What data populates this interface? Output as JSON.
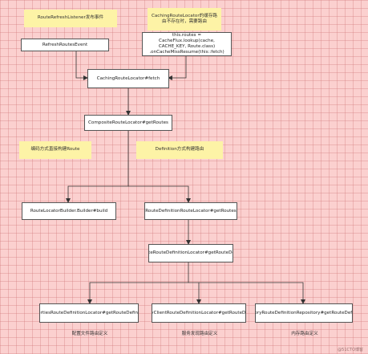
{
  "notes": {
    "route_refresh_listener": "RouteRefreshListener发布事件",
    "caching_miss": "CachingRouteLocator的缓存路由不存在时，需要路由",
    "code_routes": "编码方式直接构建Route",
    "definition_routes": "Definition方式构建路由"
  },
  "nodes": {
    "refresh_event": "RefreshRoutesEvent",
    "cache_code": "this.routes = CacheFlux.lookup(cache,\nCACHE_KEY, Route.class)\n.onCacheMissResume(this::fetch)",
    "caching_fetch": "CachingRouteLocator#fetch",
    "composite_get_routes": "CompositeRouteLocator#getRoutes",
    "builder_build": "RouteLocatorBuilder.Builder#build",
    "definition_get_routes": "RouteDefinitionRouteLocator#getRoutes",
    "composite_definition": "CompositeRouteDefinitionLocator#getRouteDefinitions",
    "properties_locator": "PropertiesRouteDefinitionLocator#getRouteDefinitions",
    "discovery_locator": "DiscoveryClientRouteDefinitionLocator#getRouteDefinitions",
    "inmemory_repository": "InMemoryRouteDefinitionRepository#getRouteDefinitions"
  },
  "captions": {
    "properties": "配置文件路由定义",
    "discovery": "服务发现路由定义",
    "inmemory": "内存路由定义"
  },
  "watermark": "@51CTO博客",
  "colors": {
    "background": "#fbd0cf",
    "note": "#fdf3a6",
    "box_border": "#555555",
    "arrow": "#333333"
  }
}
